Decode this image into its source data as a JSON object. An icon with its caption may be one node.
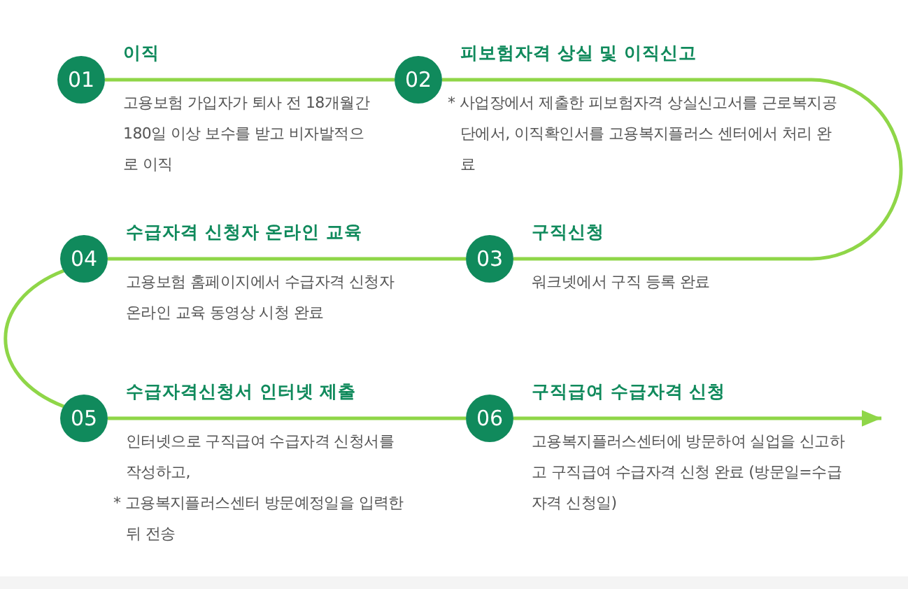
{
  "diagram": {
    "nodes": [
      {
        "text": [
          "01"
        ],
        "beside": [
          "이직",
          "고용보험 가입자가 퇴사 전 18개월간 180일 이상 보수를 받고 비자발적으로 이직"
        ]
      },
      {
        "text": [
          "02"
        ],
        "beside": [
          "피보험자격 상실 및 이직신고",
          "* 사업장에서 제출한 피보험자격 상실신고서를 근로복지공단에서, 이직확인서를 고용복지플러스 센터에서 처리 완료"
        ]
      },
      {
        "text": [
          "03"
        ],
        "beside": [
          "구직신청",
          "워크넷에서 구직 등록 완료"
        ]
      },
      {
        "text": [
          "04"
        ],
        "beside": [
          "수급자격 신청자 온라인 교육",
          "고용보험 홈페이지에서 수급자격 신청자 온라인 교육 동영상 시청 완료"
        ]
      },
      {
        "text": [
          "05"
        ],
        "beside": [
          "수급자격신청서 인터넷 제출",
          "인터넷으로 구직급여 수급자격 신청서를 작성하고,",
          "* 고용복지플러스센터 방문예정일을 입력한 뒤 전송"
        ]
      },
      {
        "text": [
          "06"
        ],
        "beside": [
          "구직급여 수급자격 신청",
          "고용복지플러스센터에 방문하여 실업을 신고하고 구직급여 수급자격 신청 완료 (방문일=수급자격 신청일)"
        ]
      }
    ],
    "edges": [
      {
        "from": 0,
        "to": 1,
        "arrow": "none"
      },
      {
        "from": 1,
        "to": 2,
        "arrow": "none"
      },
      {
        "from": 2,
        "to": 3,
        "arrow": "none"
      },
      {
        "from": 3,
        "to": 4,
        "arrow": "none"
      },
      {
        "from": 4,
        "to": 5,
        "arrow": "none"
      },
      {
        "from": 5,
        "to": null,
        "arrow": "to"
      }
    ]
  }
}
